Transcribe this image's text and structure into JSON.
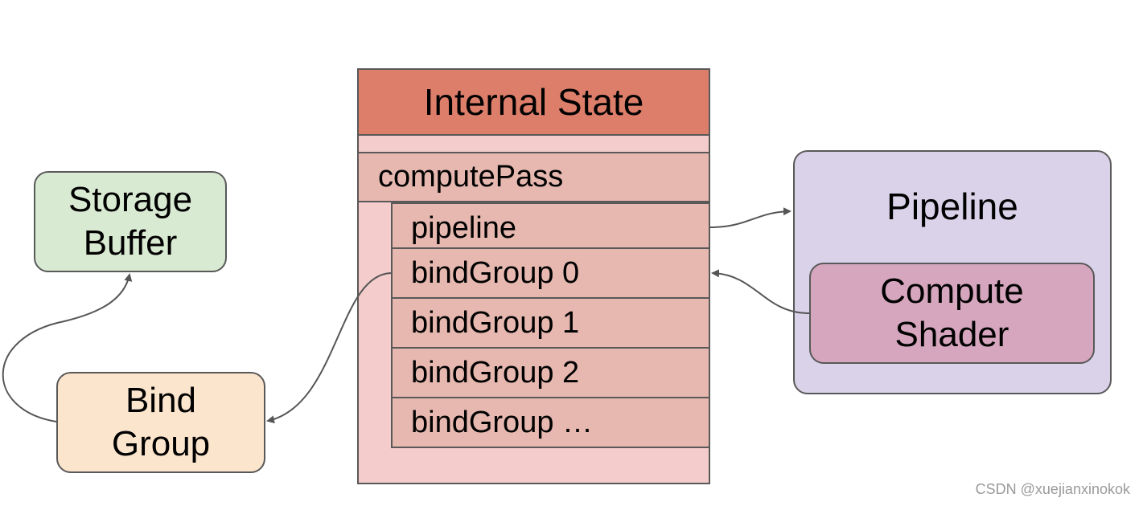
{
  "storage_buffer": {
    "line1": "Storage",
    "line2": "Buffer",
    "fill": "#d9ead3"
  },
  "bind_group": {
    "line1": "Bind",
    "line2": "Group",
    "fill": "#fce5cd"
  },
  "internal_state": {
    "title": "Internal State",
    "header_fill": "#dd7e6b",
    "body_fill": "#f4cccc",
    "compute_pass": "computePass",
    "slots": [
      "pipeline",
      "bindGroup 0",
      "bindGroup 1",
      "bindGroup 2",
      "bindGroup …"
    ],
    "row_fill": "#e6b8af"
  },
  "pipeline": {
    "title": "Pipeline",
    "fill": "#d9d2e9",
    "shader": {
      "line1": "Compute",
      "line2": "Shader",
      "fill": "#d5a6bd"
    }
  },
  "watermark": "CSDN @xuejianxinokok"
}
